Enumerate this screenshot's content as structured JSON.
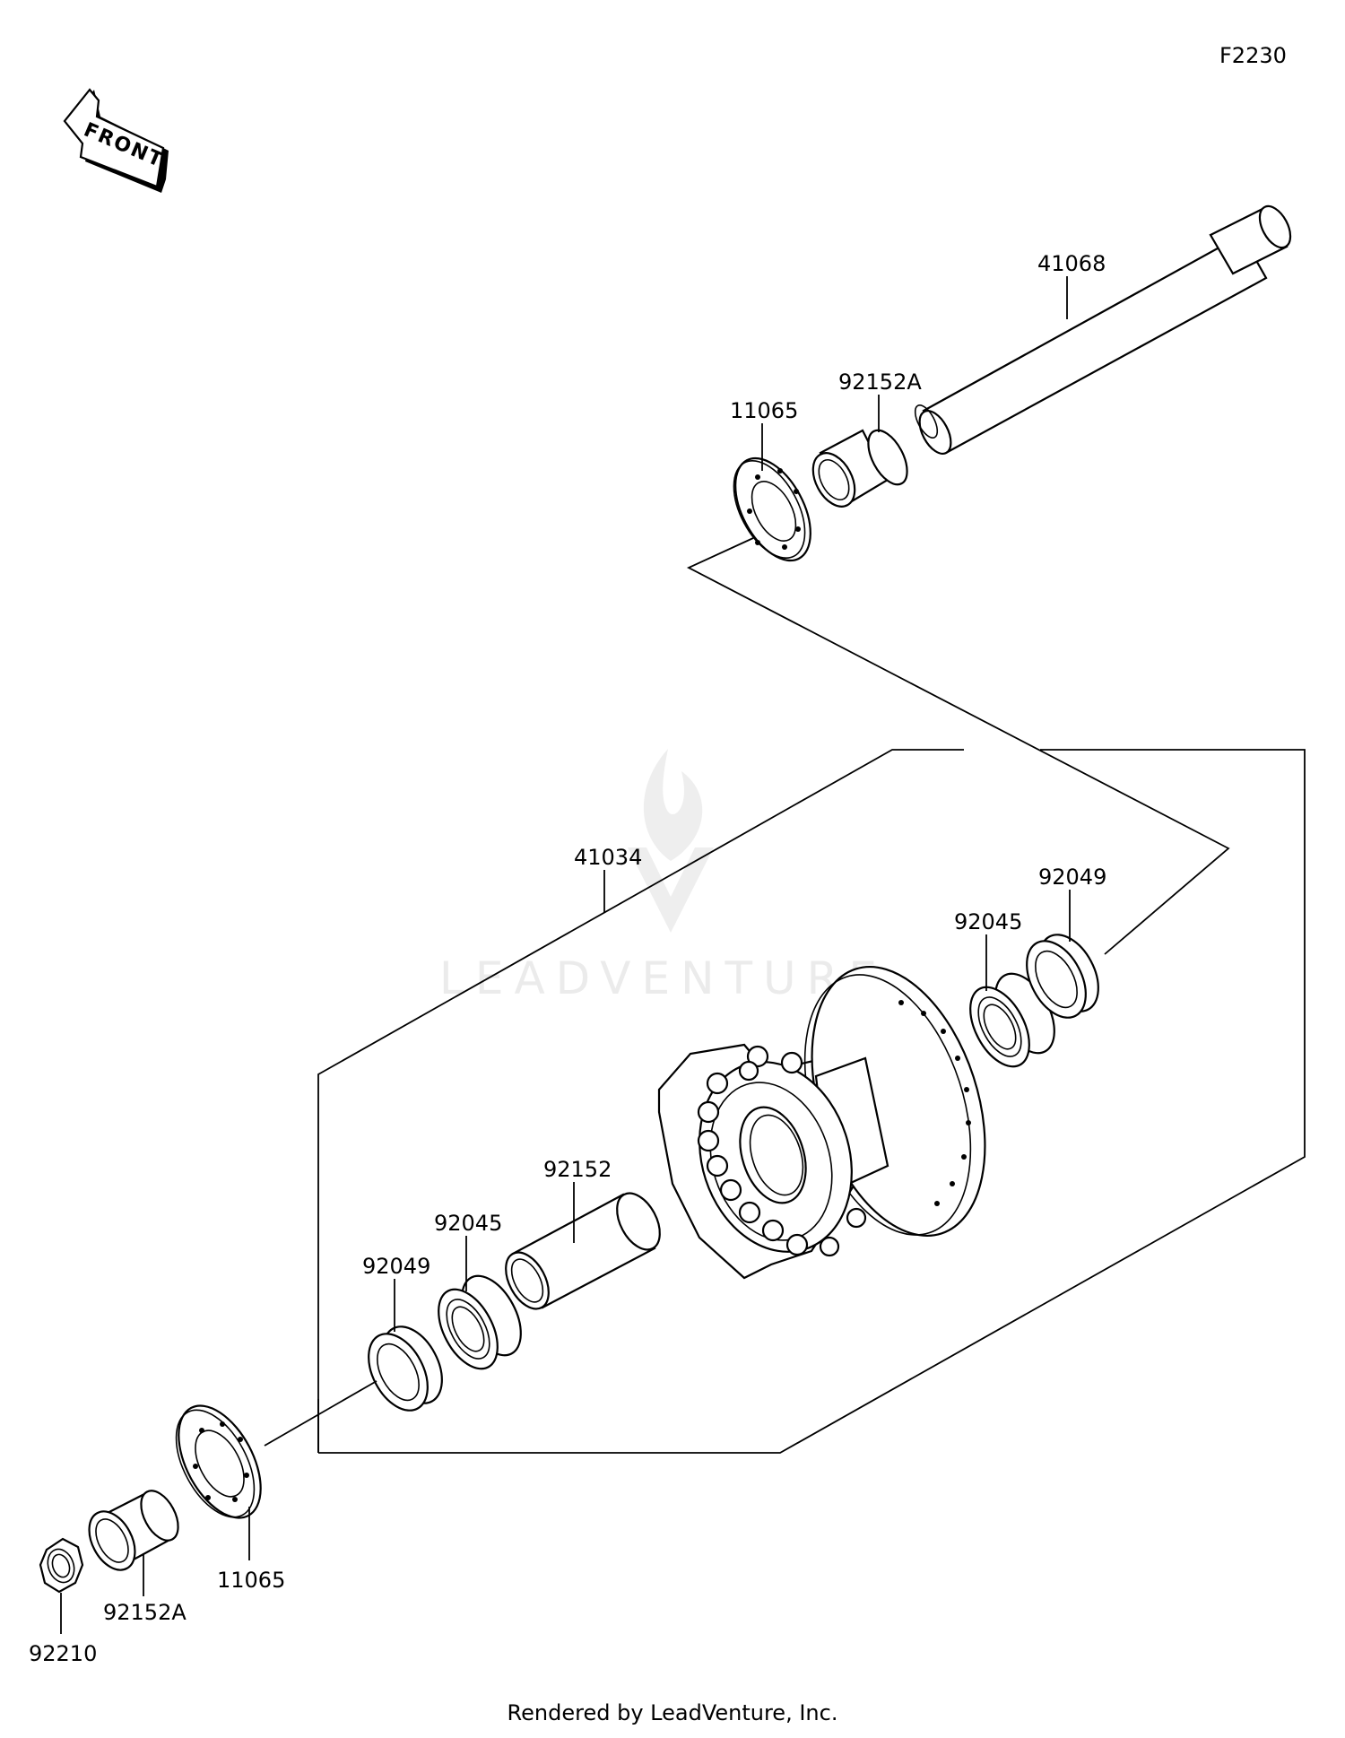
{
  "diagram_code": "F2230",
  "direction_label": "FRONT",
  "watermark": "LEADVENTURE",
  "footer": "Rendered by LeadVenture, Inc.",
  "callouts": {
    "axle": "41068",
    "collar_top": "92152A",
    "cover_top": "11065",
    "hub": "41034",
    "seal_right": "92049",
    "bearing_right": "92045",
    "spacer": "92152",
    "bearing_left": "92045",
    "seal_left": "92049",
    "cover_bottom": "11065",
    "collar_bottom": "92152A",
    "nut": "92210"
  }
}
